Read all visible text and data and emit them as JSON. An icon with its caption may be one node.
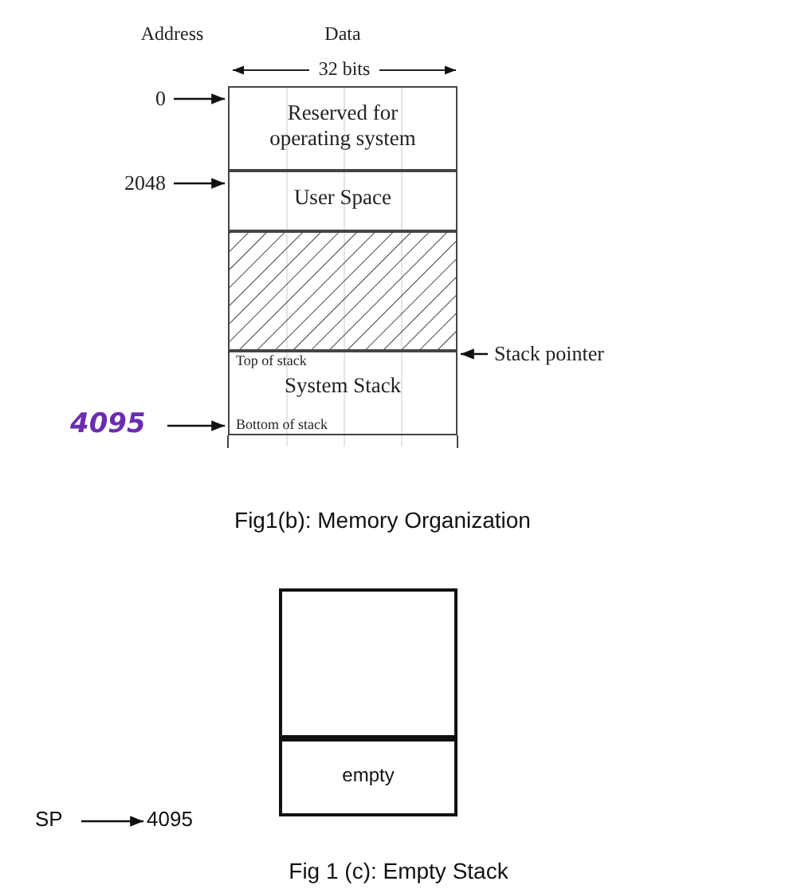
{
  "diagram": {
    "nodes": [
      {
        "text": [
          "0"
        ]
      },
      {
        "text": [
          "2048"
        ]
      },
      {
        "text": [
          "4095"
        ]
      },
      {
        "text": [
          "Reserved for operating system"
        ]
      },
      {
        "text": [
          "User Space"
        ]
      },
      {
        "text": [],
        "shape": "box"
      },
      {
        "text": [
          "Top of stack",
          "System Stack",
          "Bottom of stack"
        ]
      },
      {
        "text": [
          "Stack pointer"
        ]
      },
      {
        "text": [
          "SP"
        ]
      },
      {
        "text": [
          "4095"
        ]
      },
      {
        "text": [],
        "shape": "box"
      },
      {
        "text": [
          "empty"
        ]
      }
    ],
    "edges": [
      {
        "from": 0,
        "to": 3,
        "arrow": "to"
      },
      {
        "from": 1,
        "to": 4,
        "arrow": "to"
      },
      {
        "from": 2,
        "to": 6,
        "arrow": "to"
      },
      {
        "from": 7,
        "to": 6,
        "arrow": "to"
      },
      {
        "from": 8,
        "to": 9,
        "arrow": "to"
      }
    ],
    "labels": [
      "Address",
      "Data",
      "32 bits",
      "Fig1(b): Memory Organization",
      "Fig 1 (c): Empty Stack"
    ]
  }
}
